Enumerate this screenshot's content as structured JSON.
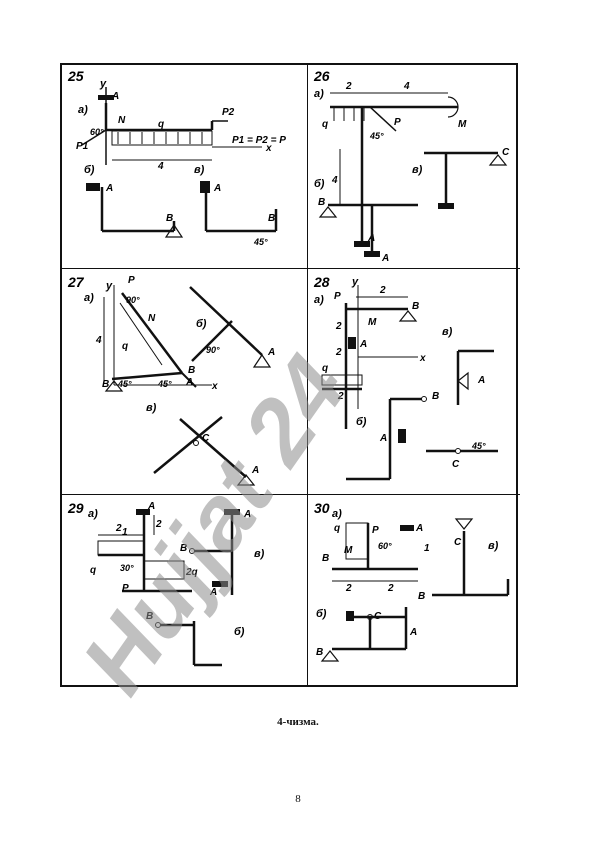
{
  "figure": {
    "problems": [
      {
        "number": "25",
        "labels": {
          "a": "а)",
          "b": "б)",
          "v": "в)",
          "y": "y",
          "x": "x",
          "A": "A",
          "B": "B",
          "N": "N",
          "q": "q",
          "P1": "P1",
          "P2": "P2",
          "len4": "4",
          "angle60": "60°",
          "angle45": "45°",
          "eq": "P1 = P2 = P"
        }
      },
      {
        "number": "26",
        "labels": {
          "a": "а)",
          "b": "б)",
          "v": "в)",
          "A": "A",
          "B": "B",
          "C": "C",
          "M": "M",
          "P": "P",
          "q": "q",
          "len2": "2",
          "len4": "4",
          "len4v": "4",
          "angle45": "45°"
        }
      },
      {
        "number": "27",
        "labels": {
          "a": "а)",
          "b": "б)",
          "v": "в)",
          "y": "y",
          "x": "x",
          "A": "A",
          "B": "B",
          "C": "C",
          "P": "P",
          "N": "N",
          "q": "q",
          "len4": "4",
          "angle90": "90°",
          "angle90b": "90°",
          "angle45a": "45°",
          "angle45b": "45°"
        }
      },
      {
        "number": "28",
        "labels": {
          "a": "а)",
          "b": "б)",
          "v": "в)",
          "y": "y",
          "x": "x",
          "A": "A",
          "B": "B",
          "C": "C",
          "P": "P",
          "M": "M",
          "q": "q",
          "len2a": "2",
          "len2b": "2",
          "len2c": "2",
          "len2d": "2",
          "angle45": "45°"
        }
      },
      {
        "number": "29",
        "labels": {
          "a": "а)",
          "b": "б)",
          "v": "в)",
          "A": "A",
          "B": "B",
          "P": "P",
          "q": "q",
          "q2": "2q",
          "len2": "2",
          "len2v": "2",
          "len1": "1",
          "angle30": "30°"
        }
      },
      {
        "number": "30",
        "labels": {
          "a": "а)",
          "b": "б)",
          "v": "в)",
          "A": "A",
          "B": "B",
          "C": "C",
          "P": "P",
          "M": "M",
          "q": "q",
          "len2a": "2",
          "len2b": "2",
          "len1": "1",
          "angle60": "60°"
        }
      }
    ]
  },
  "caption": "4-чизма.",
  "page_number": "8",
  "watermark": {
    "text": "Hujjat 24",
    "color_gray": "#8c8c8c",
    "color_purple": "#b9a6f0"
  }
}
